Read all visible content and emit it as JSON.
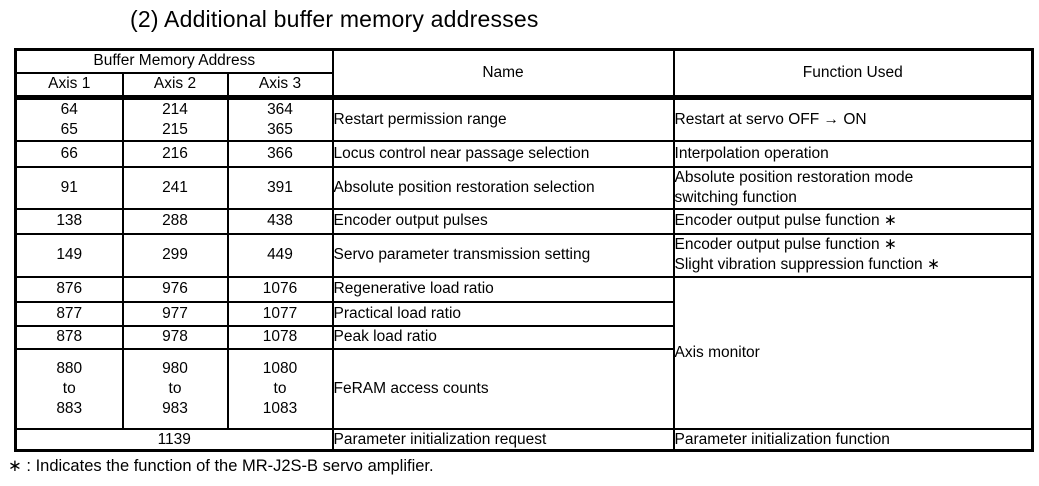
{
  "title": "(2) Additional buffer memory addresses",
  "table": {
    "header": {
      "buffer_memory_address": "Buffer Memory Address",
      "axis1": "Axis 1",
      "axis2": "Axis 2",
      "axis3": "Axis 3",
      "name": "Name",
      "function_used": "Function Used"
    },
    "rows": [
      {
        "axis1": [
          "64",
          "65"
        ],
        "axis2": [
          "214",
          "215"
        ],
        "axis3": [
          "364",
          "365"
        ],
        "name": "Restart permission range",
        "function": "Restart at servo OFF → ON"
      },
      {
        "axis1": "66",
        "axis2": "216",
        "axis3": "366",
        "name": "Locus control near passage selection",
        "function": "Interpolation operation"
      },
      {
        "axis1": "91",
        "axis2": "241",
        "axis3": "391",
        "name": "Absolute position restoration selection",
        "function": [
          "Absolute position restoration mode",
          "switching function"
        ]
      },
      {
        "axis1": "138",
        "axis2": "288",
        "axis3": "438",
        "name": "Encoder output pulses",
        "function": "Encoder output pulse function ∗"
      },
      {
        "axis1": "149",
        "axis2": "299",
        "axis3": "449",
        "name": "Servo parameter transmission setting",
        "function": [
          "Encoder output pulse function ∗",
          "Slight vibration suppression function ∗"
        ]
      },
      {
        "axis1": "876",
        "axis2": "976",
        "axis3": "1076",
        "name": "Regenerative load ratio",
        "function": "Axis monitor"
      },
      {
        "axis1": "877",
        "axis2": "977",
        "axis3": "1077",
        "name": "Practical load ratio"
      },
      {
        "axis1": "878",
        "axis2": "978",
        "axis3": "1078",
        "name": "Peak load ratio"
      },
      {
        "axis1": [
          "880",
          "to",
          "883"
        ],
        "axis2": [
          "980",
          "to",
          "983"
        ],
        "axis3": [
          "1080",
          "to",
          "1083"
        ],
        "name": "FeRAM access counts"
      },
      {
        "address_all_axes": "1139",
        "name": "Parameter initialization request",
        "function": "Parameter initialization function"
      }
    ]
  },
  "footnote": "∗ : Indicates the function of the MR-J2S-B servo amplifier.",
  "colors": {
    "text": "#000000",
    "background": "#ffffff",
    "border": "#000000"
  }
}
